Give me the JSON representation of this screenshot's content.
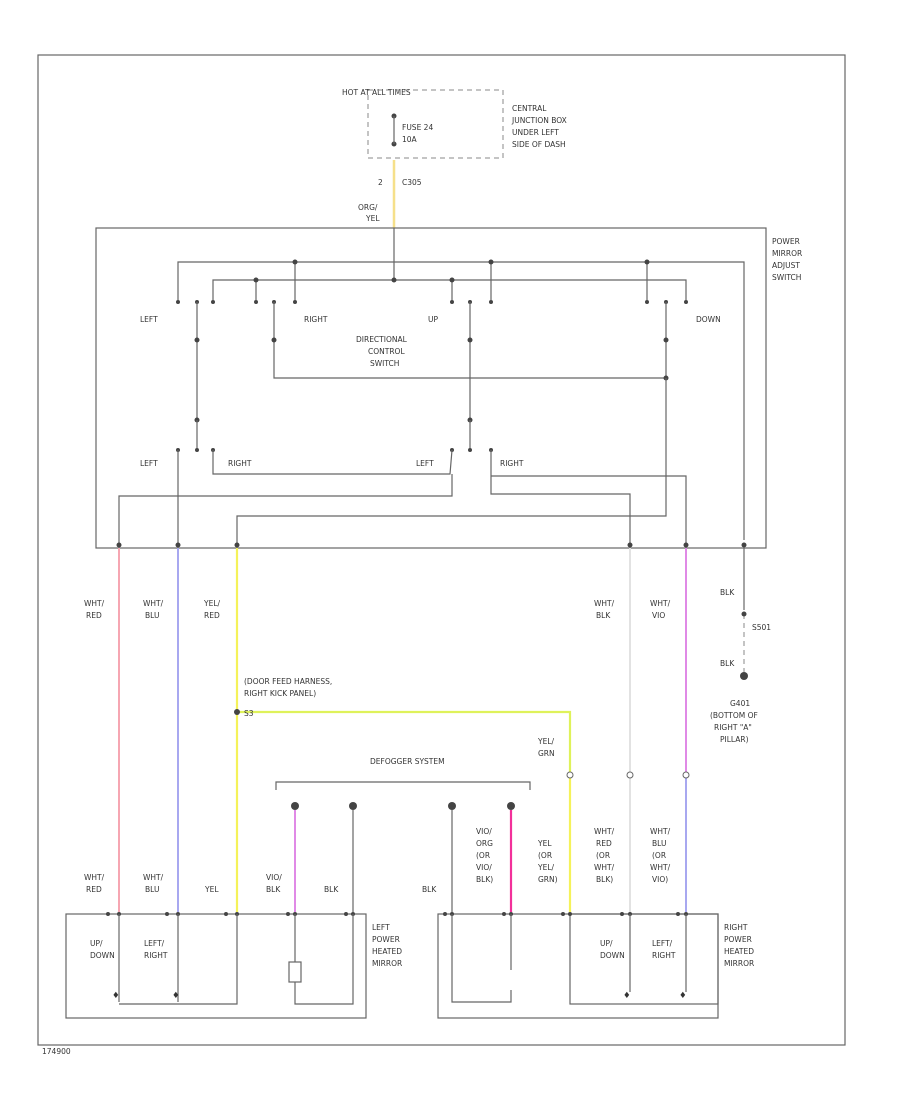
{
  "fuse": {
    "hot": "HOT AT ALL TIMES",
    "fuse_label": "FUSE 24",
    "fuse_amp": "10A",
    "junction_lines": [
      "CENTRAL",
      "JUNCTION BOX",
      "UNDER LEFT",
      "SIDE OF DASH"
    ],
    "pin": "2",
    "connector": "C305"
  },
  "feed_wire": [
    "ORG/",
    "YEL"
  ],
  "switch": {
    "name_lines": [
      "POWER",
      "MIRROR",
      "ADJUST",
      "SWITCH"
    ],
    "directional_lines": [
      "DIRECTIONAL",
      "CONTROL",
      "SWITCH"
    ],
    "dir_labels": {
      "left": "LEFT",
      "right": "RIGHT",
      "up": "UP",
      "down": "DOWN"
    },
    "sel_labels": {
      "left1": "LEFT",
      "right1": "RIGHT",
      "left2": "LEFT",
      "right2": "RIGHT"
    }
  },
  "wires": {
    "w1": [
      "WHT/",
      "RED"
    ],
    "w2": [
      "WHT/",
      "BLU"
    ],
    "w3": [
      "YEL/",
      "RED"
    ],
    "w4": [
      "WHT/",
      "BLK"
    ],
    "w5": [
      "WHT/",
      "VIO"
    ]
  },
  "ground_top": {
    "wire": "BLK",
    "splice": "S501",
    "wire2": "BLK",
    "g_lines": [
      "G401",
      "(BOTTOM OF",
      "RIGHT \"A\"",
      "PILLAR)"
    ]
  },
  "harness": {
    "lines": [
      "(DOOR FEED HARNESS,",
      "RIGHT KICK PANEL)"
    ],
    "pin": "S3"
  },
  "yel_grn": [
    "YEL/",
    "GRN"
  ],
  "defogger": "DEFOGGER SYSTEM",
  "left_mirror": {
    "wire_labels": [
      [
        "WHT/",
        "RED"
      ],
      [
        "WHT/",
        "BLU"
      ],
      [
        "YEL"
      ],
      [
        "VIO/",
        "BLK"
      ],
      [
        "BLK"
      ]
    ],
    "up_down": [
      "UP/",
      "DOWN"
    ],
    "left_right": [
      "LEFT/",
      "RIGHT"
    ],
    "name_lines": [
      "LEFT",
      "POWER",
      "HEATED",
      "MIRROR"
    ]
  },
  "right_mirror": {
    "blk": "BLK",
    "vio_stack": [
      "VIO/",
      "ORG",
      "(OR",
      "VIO/",
      "BLK)"
    ],
    "yel_stack": [
      "YEL",
      "(OR",
      "YEL/",
      "GRN)"
    ],
    "red_stack": [
      "WHT/",
      "RED",
      "(OR",
      "WHT/",
      "BLK)"
    ],
    "blu_stack": [
      "WHT/",
      "BLU",
      "(OR",
      "WHT/",
      "VIO)"
    ],
    "up_down": [
      "UP/",
      "DOWN"
    ],
    "left_right": [
      "LEFT/",
      "RIGHT"
    ],
    "name_lines": [
      "RIGHT",
      "POWER",
      "HEATED",
      "MIRROR"
    ]
  },
  "footer": "174900",
  "colors": {
    "fuse_wire": "#f6e08a",
    "wht_red": "#f6a6b2",
    "wht_blu": "#a8a8f0",
    "yel": "#f5f25a",
    "yel_grn": "#dff25a",
    "wht": "#e2e2e2",
    "vio": "#e08ae6",
    "pink": "#f2309a"
  }
}
